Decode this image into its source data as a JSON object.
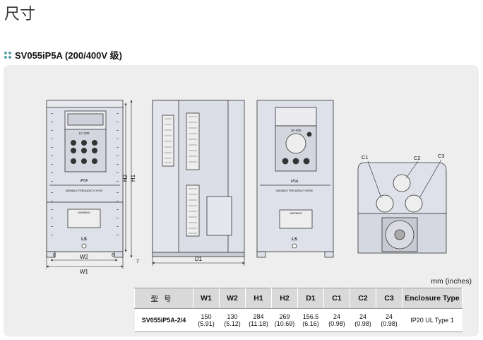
{
  "page": {
    "title": "尺寸",
    "section_heading": "SV055iP5A (200/400V 级)",
    "units": "mm  (inches)"
  },
  "drawing_labels": {
    "front_dims": {
      "w2": "W2",
      "w1": "W1",
      "h2": "H2",
      "h1": "H1",
      "gap_left": "6",
      "gap_right": "6",
      "gap_bottom": "7"
    },
    "side_dims": {
      "d1": "D1"
    },
    "keypad_model": "LC-200",
    "keypad_model_alt": "LE-300",
    "product_name": "iP5A",
    "product_tagline": "VARIABLE FREQUENCY DRIVE",
    "warning": "WARNING",
    "brand": "LS",
    "conduit_labels": [
      "C1",
      "C2",
      "C3"
    ]
  },
  "table": {
    "headers": [
      "型号",
      "W1",
      "W2",
      "H1",
      "H2",
      "D1",
      "C1",
      "C2",
      "C3",
      "Enclosure Type"
    ],
    "rows": [
      {
        "model": "SV055iP5A-2/4",
        "cells": [
          {
            "mm": "150",
            "in": "(5.91)"
          },
          {
            "mm": "130",
            "in": "(5.12)"
          },
          {
            "mm": "284",
            "in": "(11.18)"
          },
          {
            "mm": "269",
            "in": "(10.69)"
          },
          {
            "mm": "156.5",
            "in": "(6.16)"
          },
          {
            "mm": "24",
            "in": "(0.98)"
          },
          {
            "mm": "24",
            "in": "(0.98)"
          },
          {
            "mm": "24",
            "in": "(0.98)"
          }
        ],
        "enclosure": "IP20 UL Type 1"
      }
    ]
  }
}
